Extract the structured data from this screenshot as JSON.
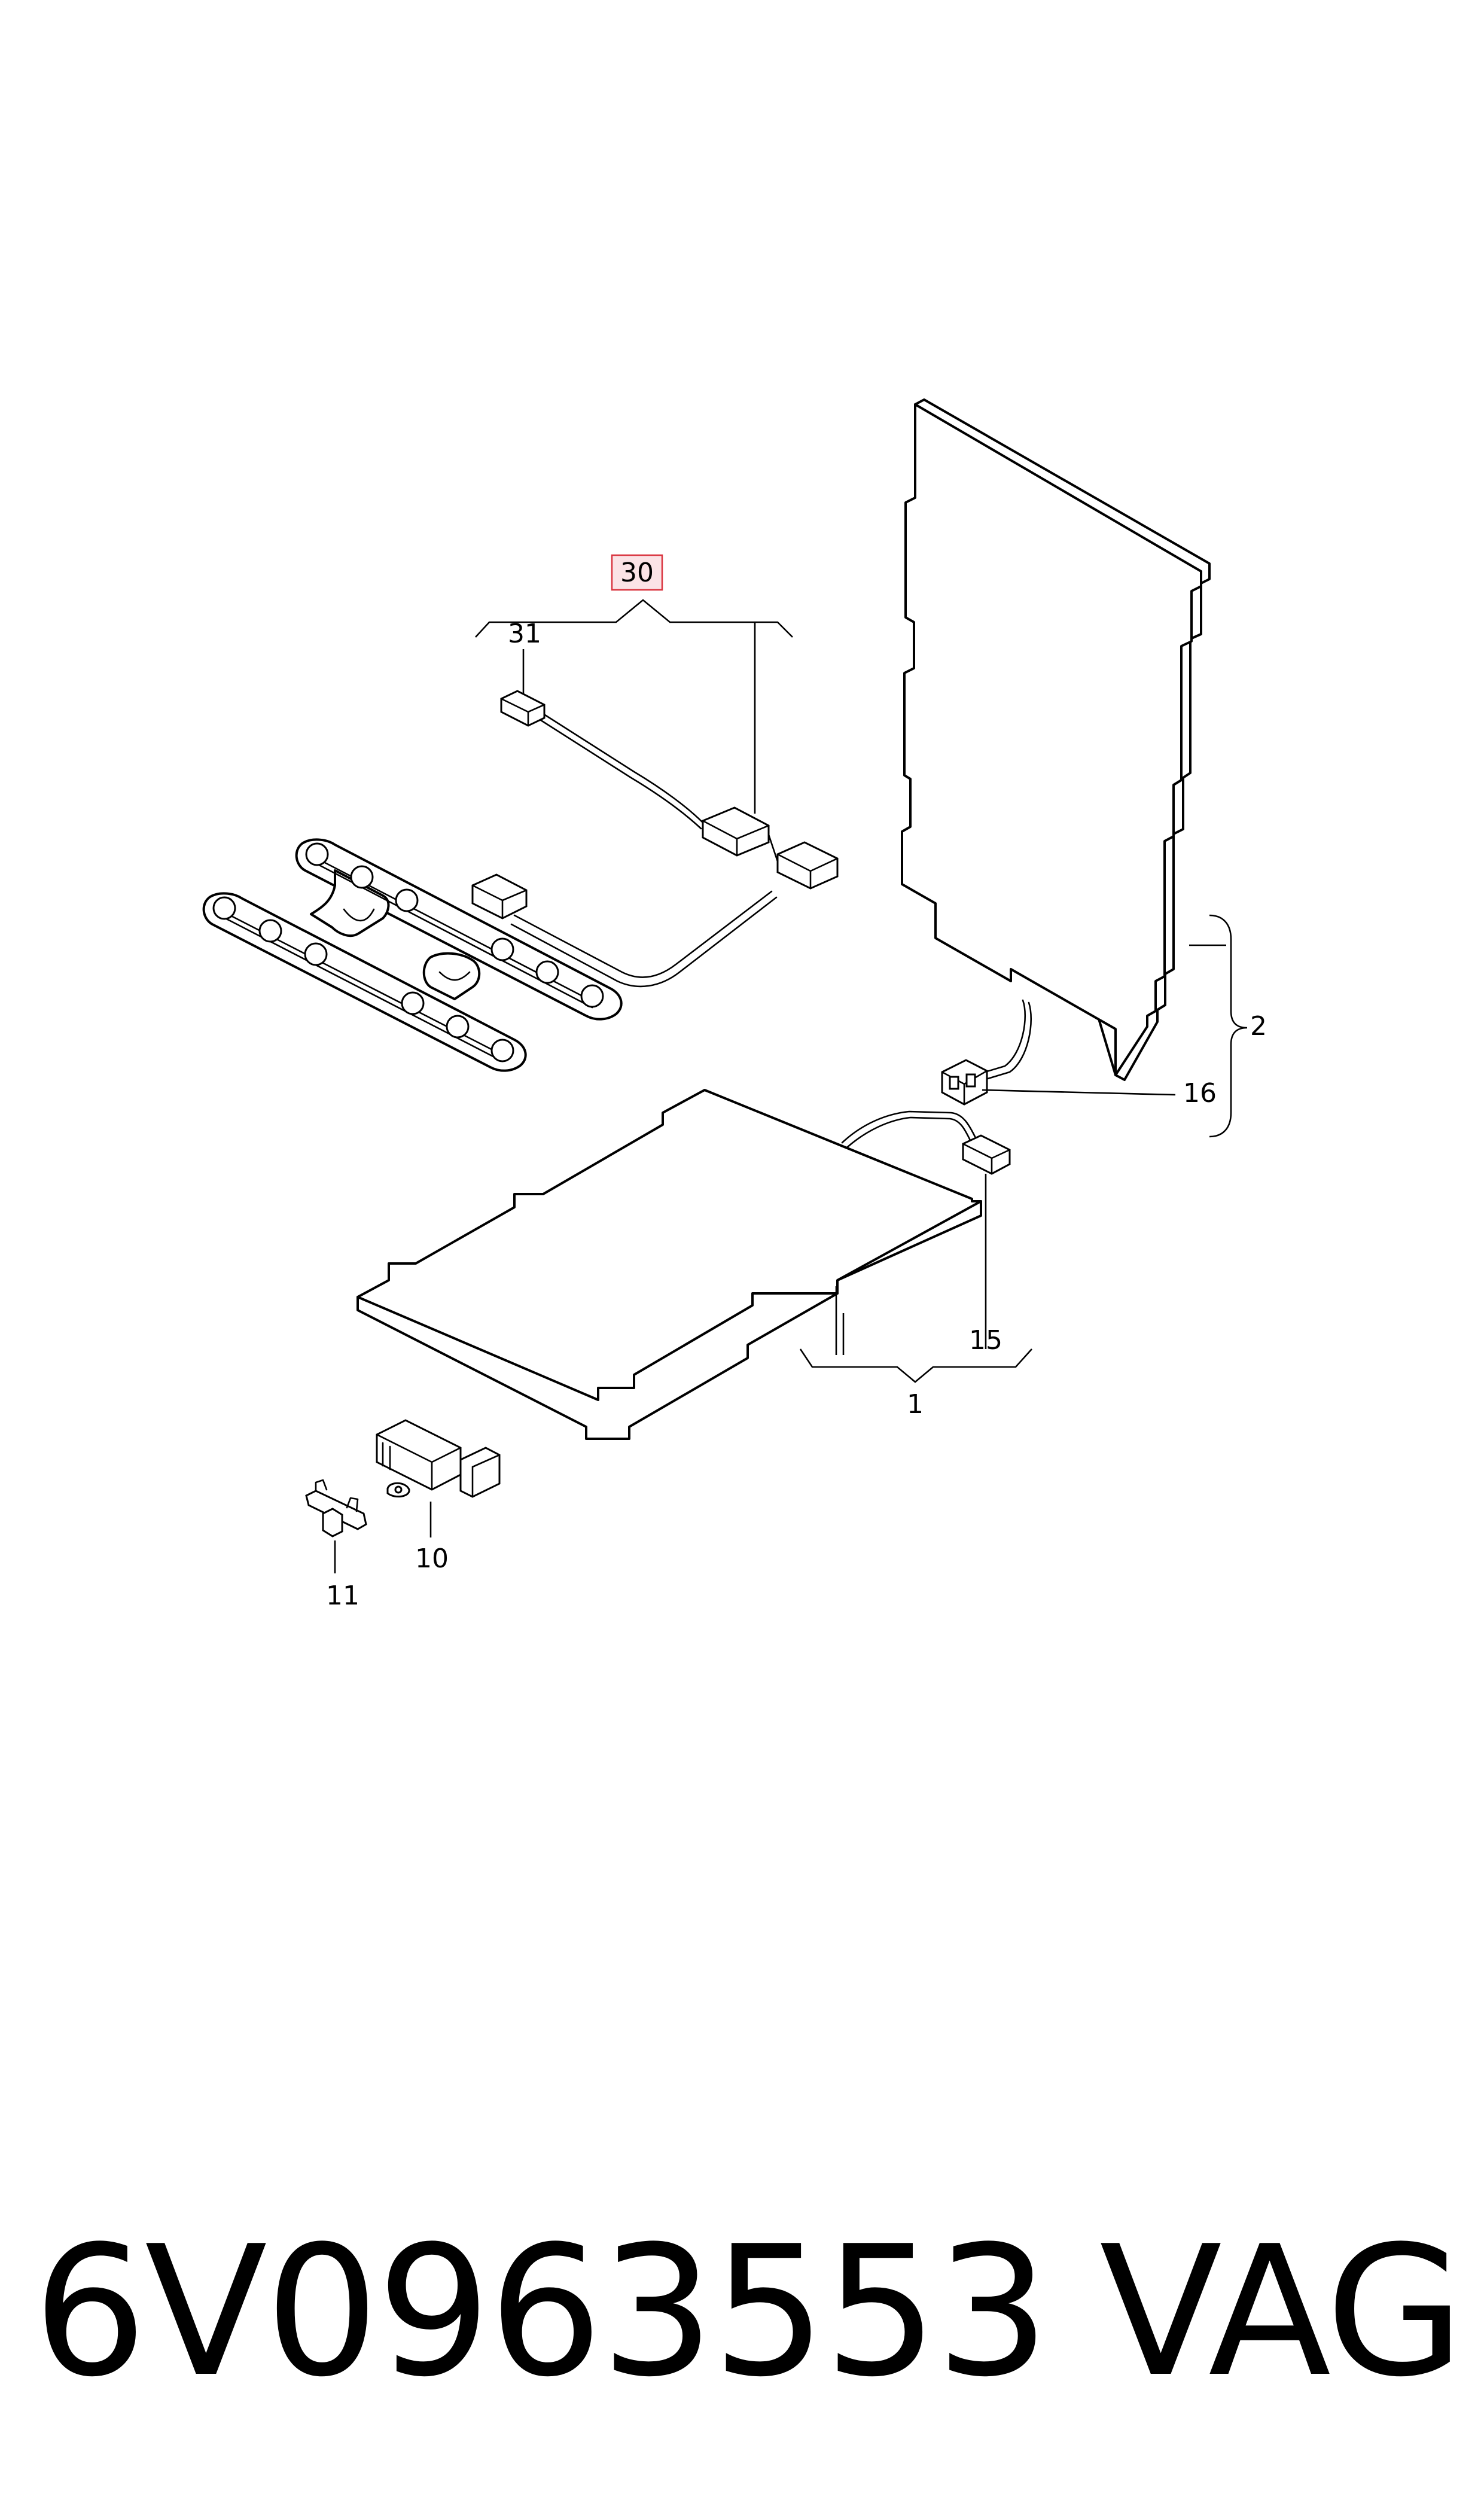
{
  "diagram": {
    "callouts": [
      {
        "id": "30",
        "label": "30",
        "highlighted": true
      },
      {
        "id": "31",
        "label": "31"
      },
      {
        "id": "2",
        "label": "2"
      },
      {
        "id": "16",
        "label": "16"
      },
      {
        "id": "15",
        "label": "15"
      },
      {
        "id": "1",
        "label": "1"
      },
      {
        "id": "10",
        "label": "10"
      },
      {
        "id": "11",
        "label": "11"
      }
    ],
    "highlight_color": "#d9343f",
    "highlight_fill": "#fbe3e6"
  },
  "footer": {
    "part_number": "6V0963553",
    "brand": "VAG"
  }
}
